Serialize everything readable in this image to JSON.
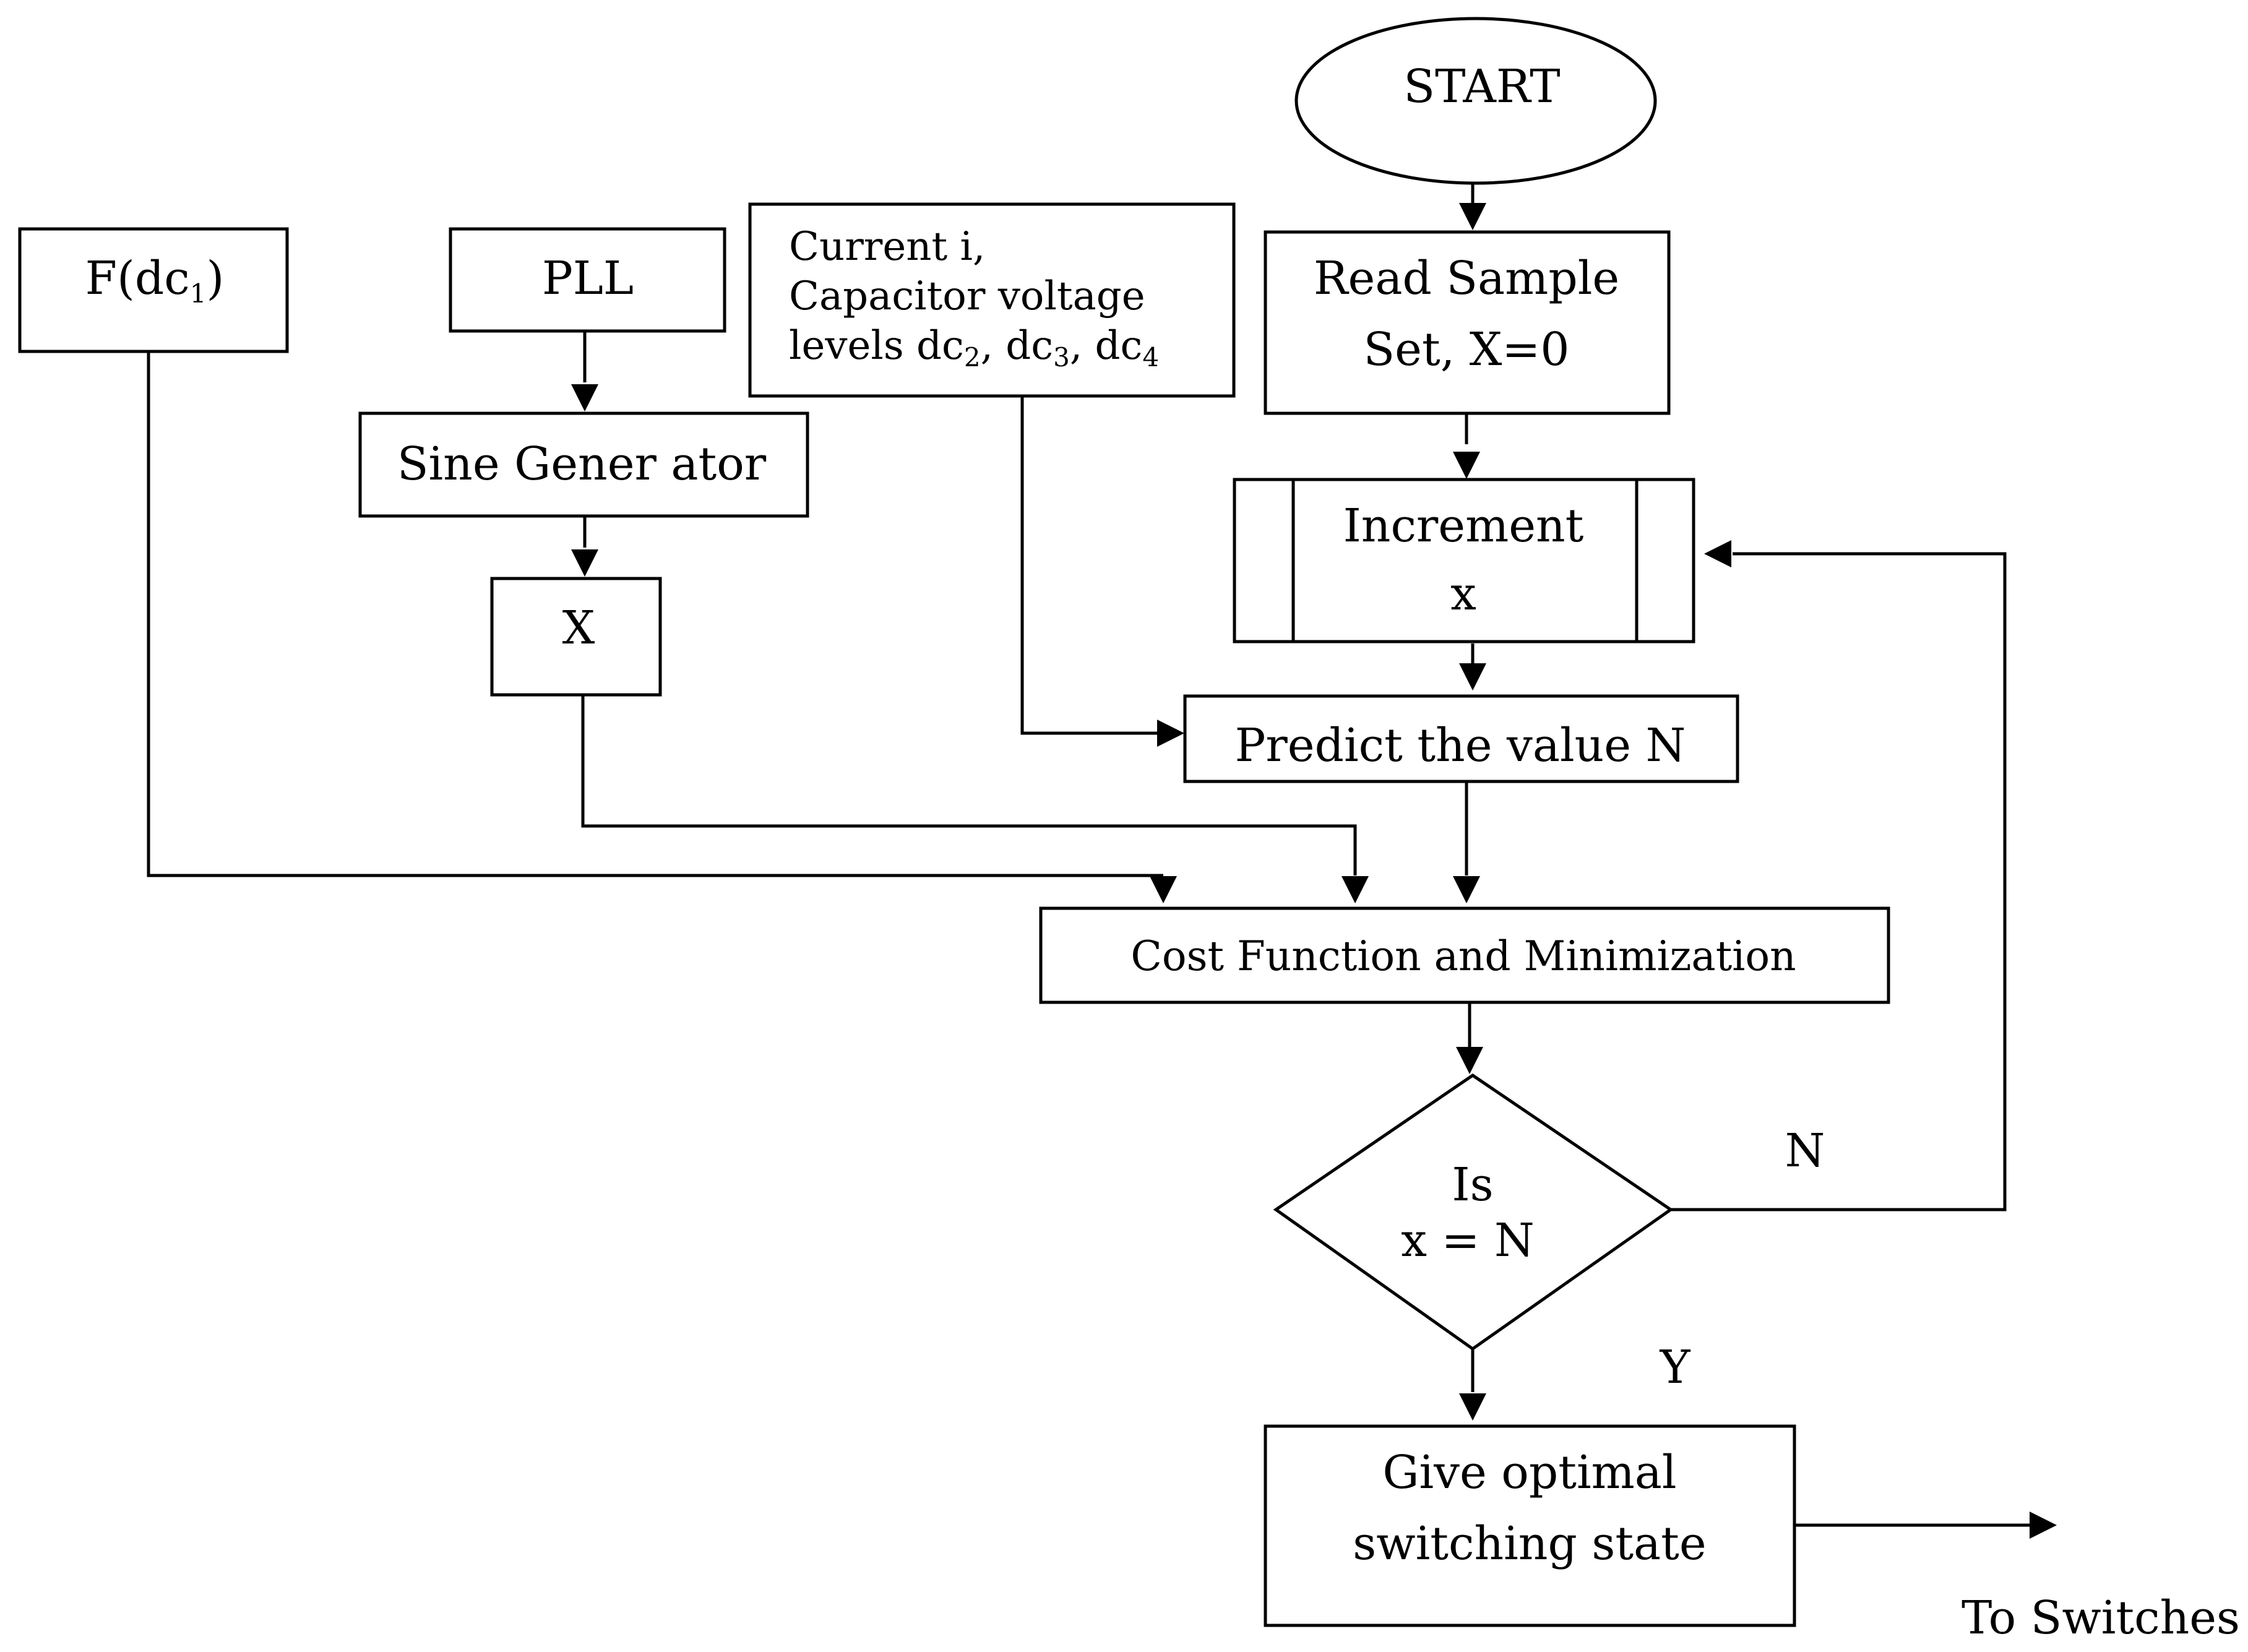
{
  "nodes": {
    "start": {
      "label": "START"
    },
    "f_dc1": {
      "label": "F(dc",
      "sub": "1",
      "tail": ")"
    },
    "pll": {
      "label": "PLL"
    },
    "sine_generator": {
      "label": "Sine Gener ator"
    },
    "x_block": {
      "label": "X"
    },
    "current_inputs": {
      "line1": "Current i,",
      "line2": "Capacitor voltage",
      "line3_prefix": "levels dc",
      "line3_sub1": "2",
      "line3_mid1": ", dc",
      "line3_sub2": "3",
      "line3_mid2": ", dc",
      "line3_sub3": "4"
    },
    "read_sample": {
      "line1": "Read Sample",
      "line2": "Set, X=0"
    },
    "increment": {
      "line1": "Increment",
      "line2": "x"
    },
    "predict": {
      "label": "Predict the value N"
    },
    "cost_function": {
      "label": "Cost Function and Minimization"
    },
    "decision": {
      "line1": "Is",
      "line2": "x = N"
    },
    "optimal_state": {
      "line1": "Give optimal",
      "line2": "switching state"
    }
  },
  "edge_labels": {
    "no_branch": "N",
    "yes_branch": "Y",
    "output": "To Switches"
  }
}
